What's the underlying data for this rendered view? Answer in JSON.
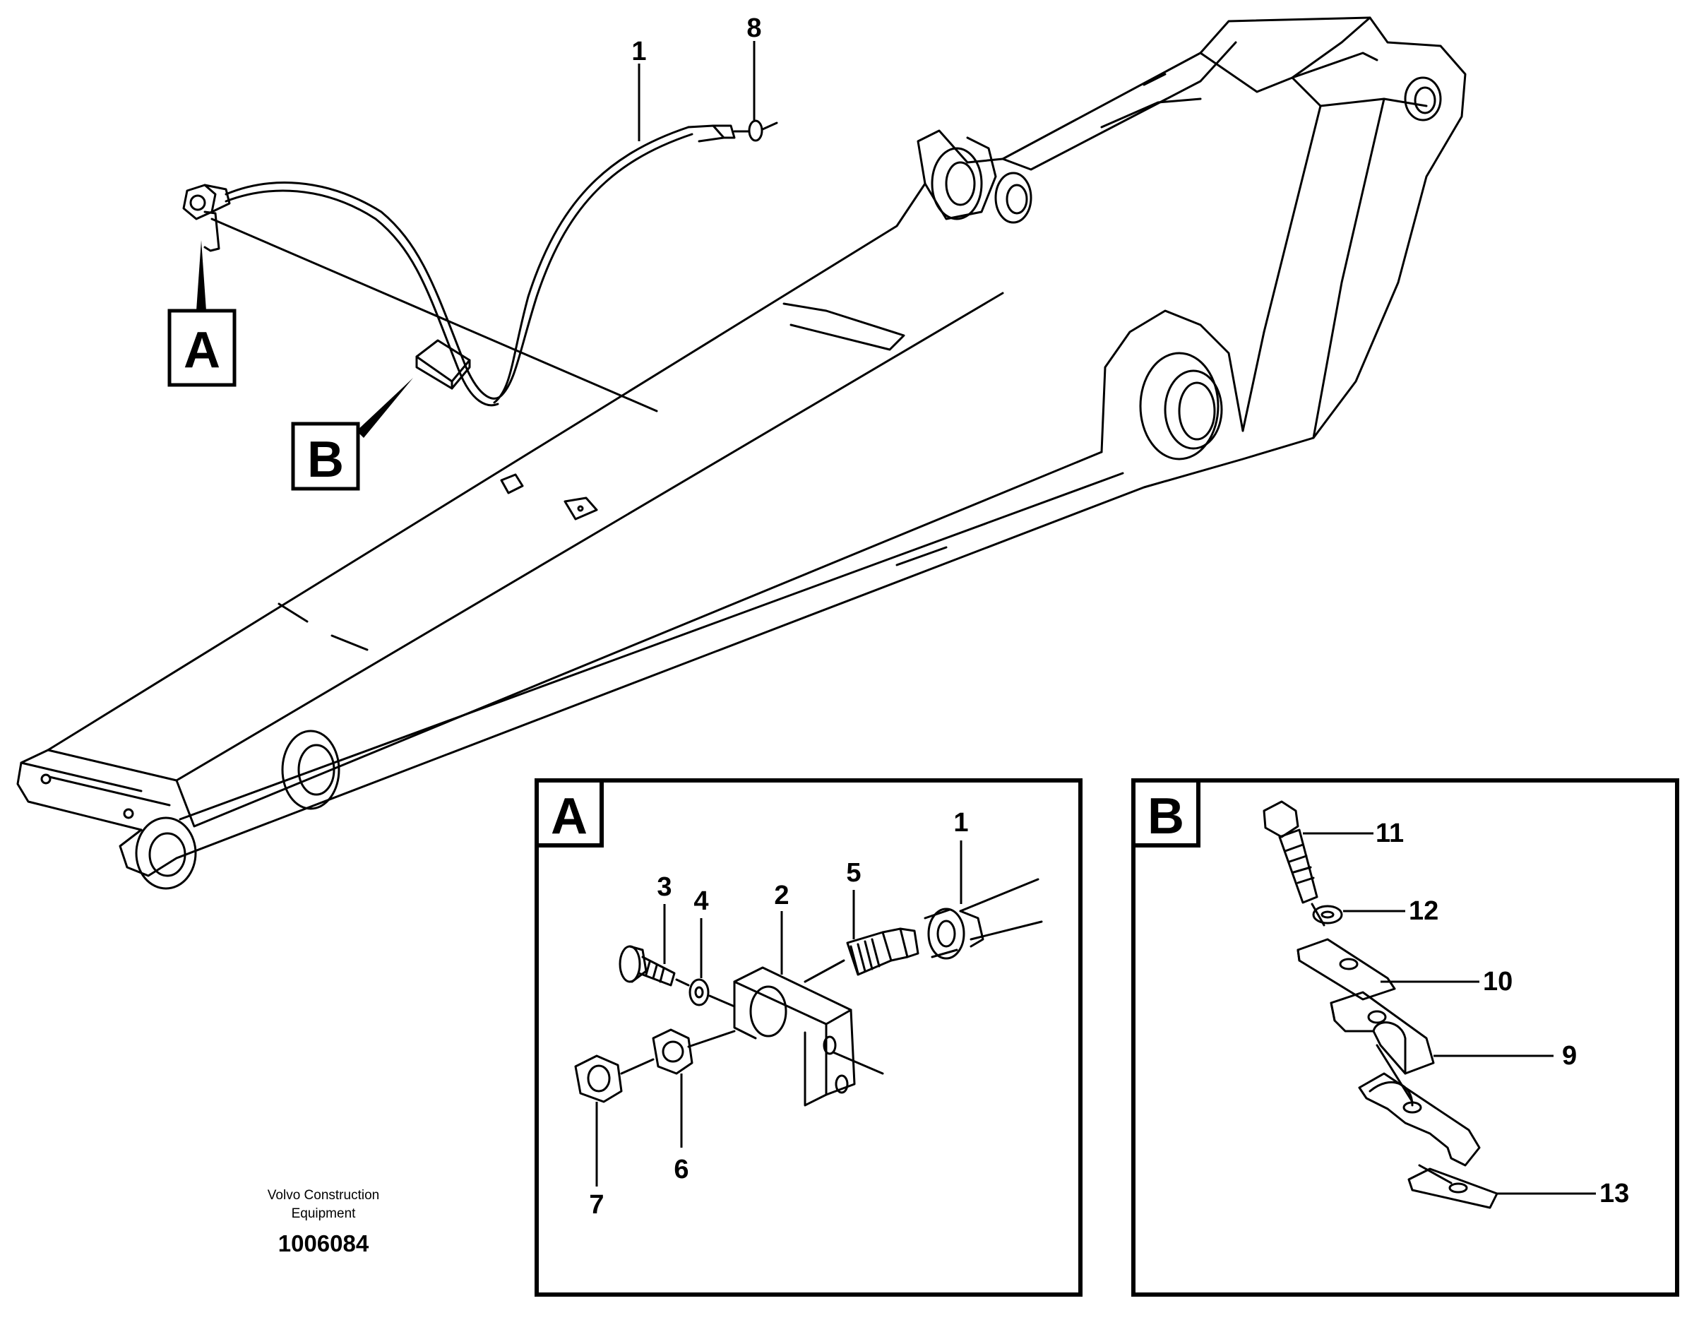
{
  "callouts_main": {
    "hose": "1",
    "oring": "8"
  },
  "detail_refs": {
    "a": "A",
    "b": "B"
  },
  "detail_a": {
    "title": "A",
    "parts": {
      "p1": "1",
      "p2": "2",
      "p3": "3",
      "p4": "4",
      "p5": "5",
      "p6": "6",
      "p7": "7"
    }
  },
  "detail_b": {
    "title": "B",
    "parts": {
      "p9": "9",
      "p10": "10",
      "p11": "11",
      "p12": "12",
      "p13": "13"
    }
  },
  "footer": {
    "line1": "Volvo Construction",
    "line2": "Equipment",
    "number": "1006084"
  },
  "colors": {
    "ink": "#000000",
    "paper": "#ffffff"
  }
}
